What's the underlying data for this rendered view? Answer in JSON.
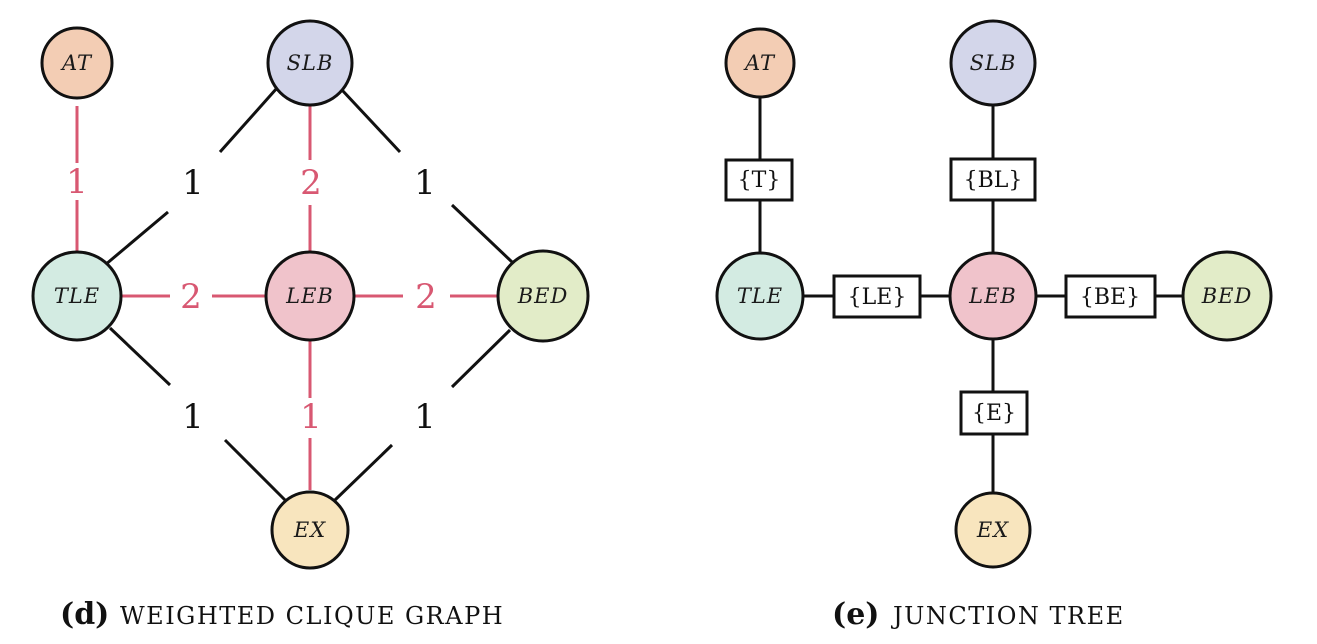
{
  "colors": {
    "accent": "#d85872",
    "edge": "#111111",
    "node_AT": "#f3cdb4",
    "node_SLB": "#d3d6ea",
    "node_TLE": "#d3ebe2",
    "node_LEB": "#f0c3cb",
    "node_BED": "#e2ecc8",
    "node_EX": "#f8e5be"
  },
  "clique_graph": {
    "caption_letter": "(d)",
    "caption_text": "WEIGHTED CLIQUE GRAPH",
    "nodes": {
      "AT": "AT",
      "SLB": "SLB",
      "TLE": "TLE",
      "LEB": "LEB",
      "BED": "BED",
      "EX": "EX"
    },
    "edges": [
      {
        "from": "AT",
        "to": "TLE",
        "weight": "1",
        "highlight": true
      },
      {
        "from": "SLB",
        "to": "TLE",
        "weight": "1",
        "highlight": false
      },
      {
        "from": "SLB",
        "to": "LEB",
        "weight": "2",
        "highlight": true
      },
      {
        "from": "SLB",
        "to": "BED",
        "weight": "1",
        "highlight": false
      },
      {
        "from": "TLE",
        "to": "LEB",
        "weight": "2",
        "highlight": true
      },
      {
        "from": "LEB",
        "to": "BED",
        "weight": "2",
        "highlight": true
      },
      {
        "from": "TLE",
        "to": "EX",
        "weight": "1",
        "highlight": false
      },
      {
        "from": "LEB",
        "to": "EX",
        "weight": "1",
        "highlight": true
      },
      {
        "from": "BED",
        "to": "EX",
        "weight": "1",
        "highlight": false
      }
    ]
  },
  "junction_tree": {
    "caption_letter": "(e)",
    "caption_text": "JUNCTION TREE",
    "nodes": {
      "AT": "AT",
      "SLB": "SLB",
      "TLE": "TLE",
      "LEB": "LEB",
      "BED": "BED",
      "EX": "EX"
    },
    "separators": {
      "T": "{T}",
      "BL": "{BL}",
      "LE": "{LE}",
      "BE": "{BE}",
      "E": "{E}"
    }
  }
}
